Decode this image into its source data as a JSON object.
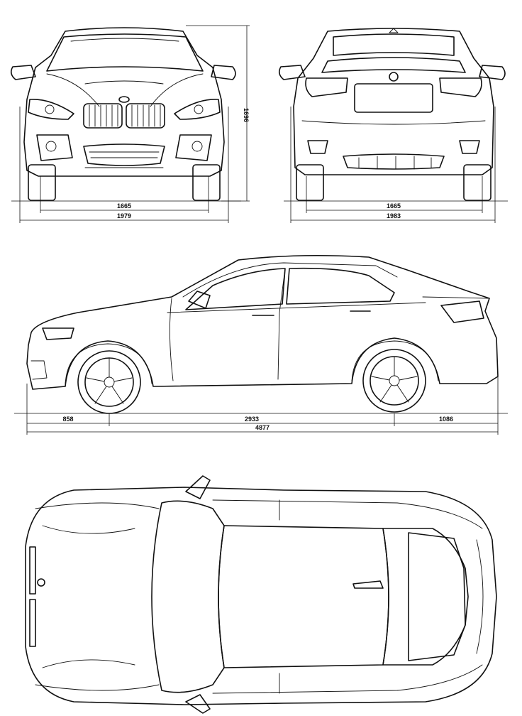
{
  "views": {
    "front": {
      "dims": {
        "track": "1665",
        "width": "1979",
        "height": "1696"
      }
    },
    "rear": {
      "dims": {
        "track": "1665",
        "width": "1983"
      }
    },
    "side": {
      "dims": {
        "front_overhang": "858",
        "wheelbase": "2933",
        "rear_overhang": "1086",
        "length": "4877"
      }
    },
    "top": {}
  }
}
